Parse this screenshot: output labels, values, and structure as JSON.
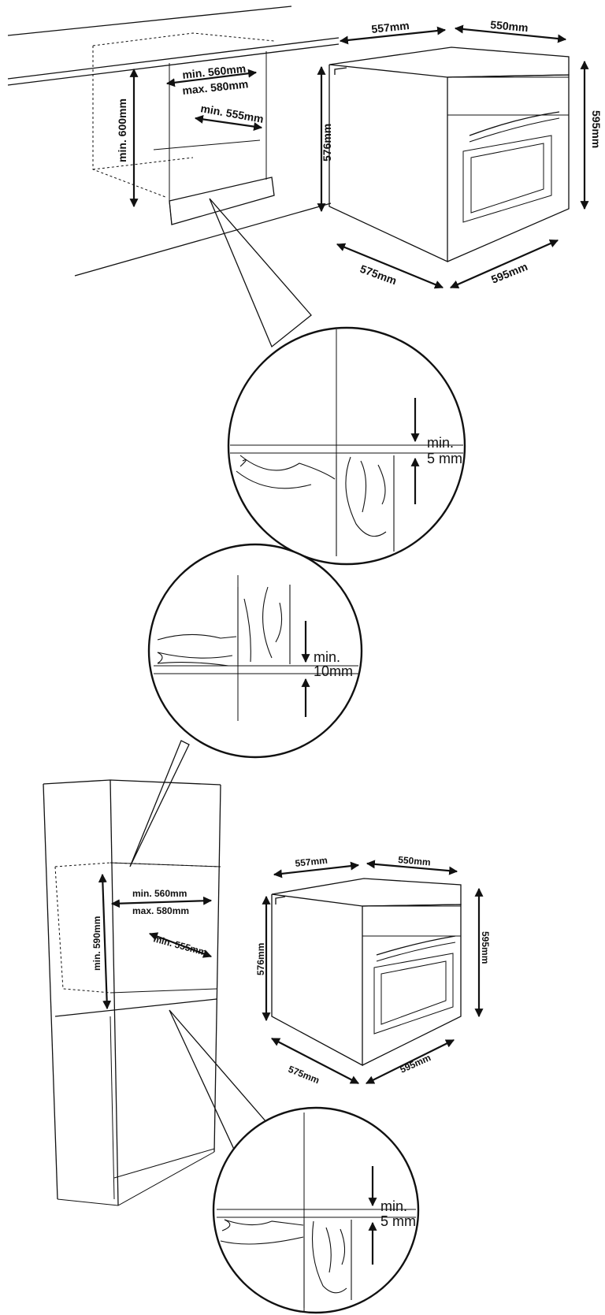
{
  "top_installation": {
    "cabinet": {
      "height_label": "min. 600mm",
      "width_min_label": "min. 560mm",
      "width_max_label": "max. 580mm",
      "depth_label": "min. 555mm"
    },
    "oven": {
      "top_depth_label": "557mm",
      "top_width_label": "550mm",
      "front_height_label": "576mm",
      "side_height_label": "595mm",
      "bottom_depth_label": "575mm",
      "bottom_width_label": "595mm"
    },
    "gap_detail": {
      "label_line1": "min.",
      "label_line2": "5 mm"
    }
  },
  "column_installation": {
    "top_gap_detail": {
      "label_line1": "min.",
      "label_line2": "10mm"
    },
    "cabinet": {
      "height_label": "min. 590mm",
      "width_min_label": "min. 560mm",
      "width_max_label": "max. 580mm",
      "depth_label": "min. 555mm"
    },
    "oven": {
      "top_depth_label": "557mm",
      "top_width_label": "550mm",
      "front_height_label": "576mm",
      "side_height_label": "595mm",
      "bottom_depth_label": "575mm",
      "bottom_width_label": "595mm"
    },
    "bottom_gap_detail": {
      "label_line1": "min.",
      "label_line2": "5 mm"
    }
  }
}
